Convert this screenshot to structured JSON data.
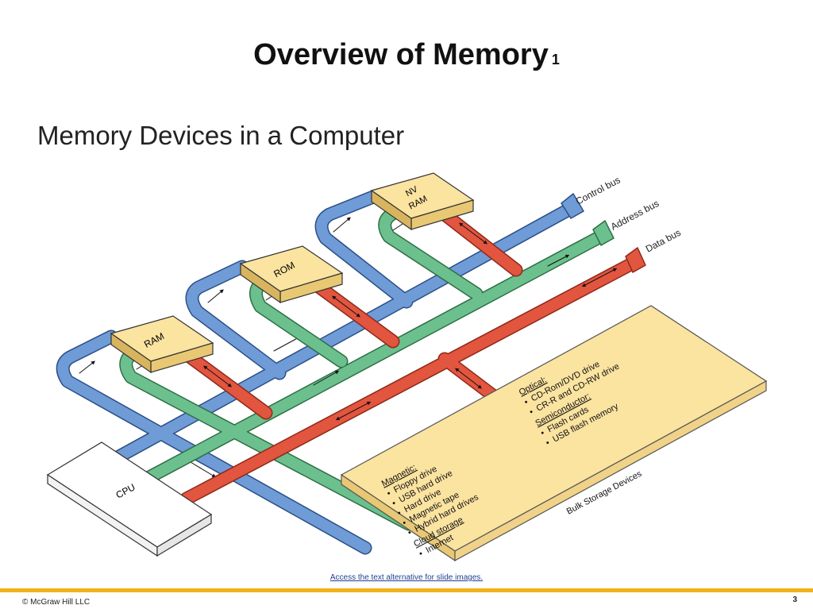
{
  "title": "Overview of Memory",
  "title_number": "1",
  "subtitle": "Memory Devices in a Computer",
  "diagram": {
    "cpu_label": "CPU",
    "ram_label": "RAM",
    "rom_label": "ROM",
    "nvram_label_line1": "NV",
    "nvram_label_line2": "RAM",
    "buses": {
      "control": "Control bus",
      "address": "Address bus",
      "data": "Data bus"
    },
    "bulk_storage": {
      "caption": "Bulk Storage Devices",
      "magnetic_heading": "Magnetic:",
      "magnetic_items": [
        "Floppy drive",
        "USB hard drive",
        "Hard drive",
        "Magnetic tape",
        "Hybrid hard drives"
      ],
      "cloud_heading": "Cloud storage",
      "cloud_items": [
        "Internet"
      ],
      "optical_heading": "Optical:",
      "optical_items": [
        "CD-Rom/DVD drive",
        "CR-R and CD-RW drive"
      ],
      "semi_heading": "Semiconductor:",
      "semi_items": [
        "Flash cards",
        "USB flash memory"
      ],
      "bullet": "•"
    },
    "colors": {
      "control_bus": "#6f9bd6",
      "address_bus": "#6cc08d",
      "data_bus": "#e2553f",
      "chip": "#fbe3a0",
      "storage_panel": "#fbe3a0"
    }
  },
  "alt_text_link": "Access the text alternative for slide images.",
  "footer": {
    "copyright": "© McGraw Hill LLC",
    "page_number": "3"
  }
}
